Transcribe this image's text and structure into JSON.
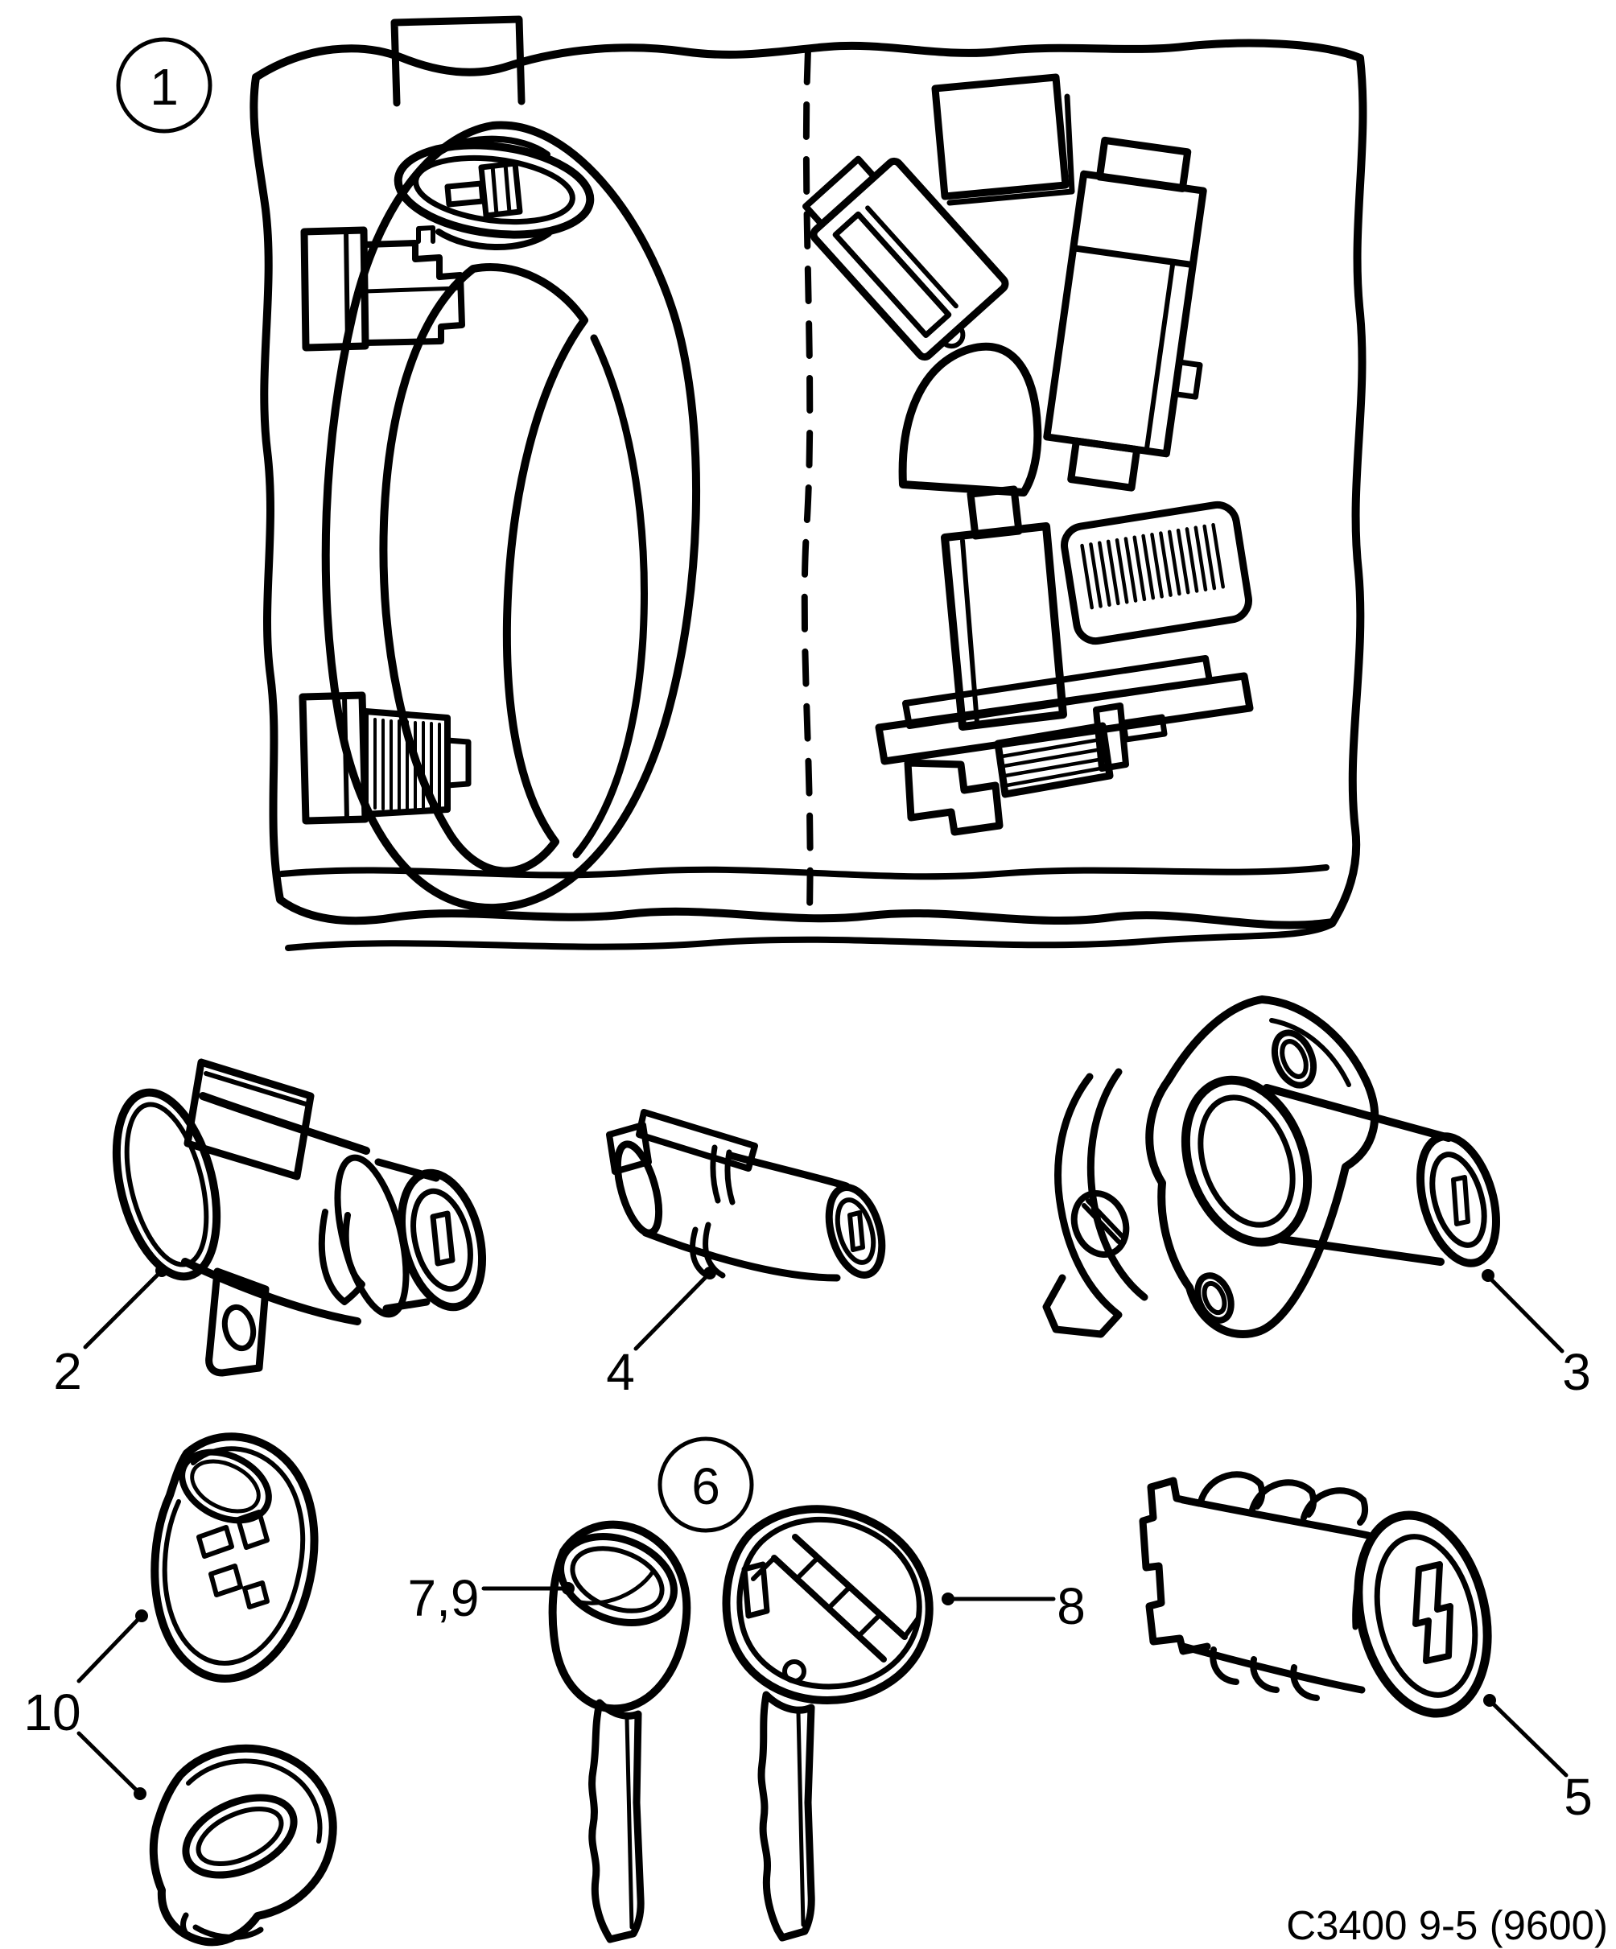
{
  "figure": {
    "drawing_code": "C3400 9-5 (9600)"
  },
  "callouts": {
    "item1": "1",
    "item2": "2",
    "item3": "3",
    "item4": "4",
    "item5": "5",
    "item6": "6",
    "item7_9": "7,9",
    "item8": "8",
    "item10": "10"
  }
}
